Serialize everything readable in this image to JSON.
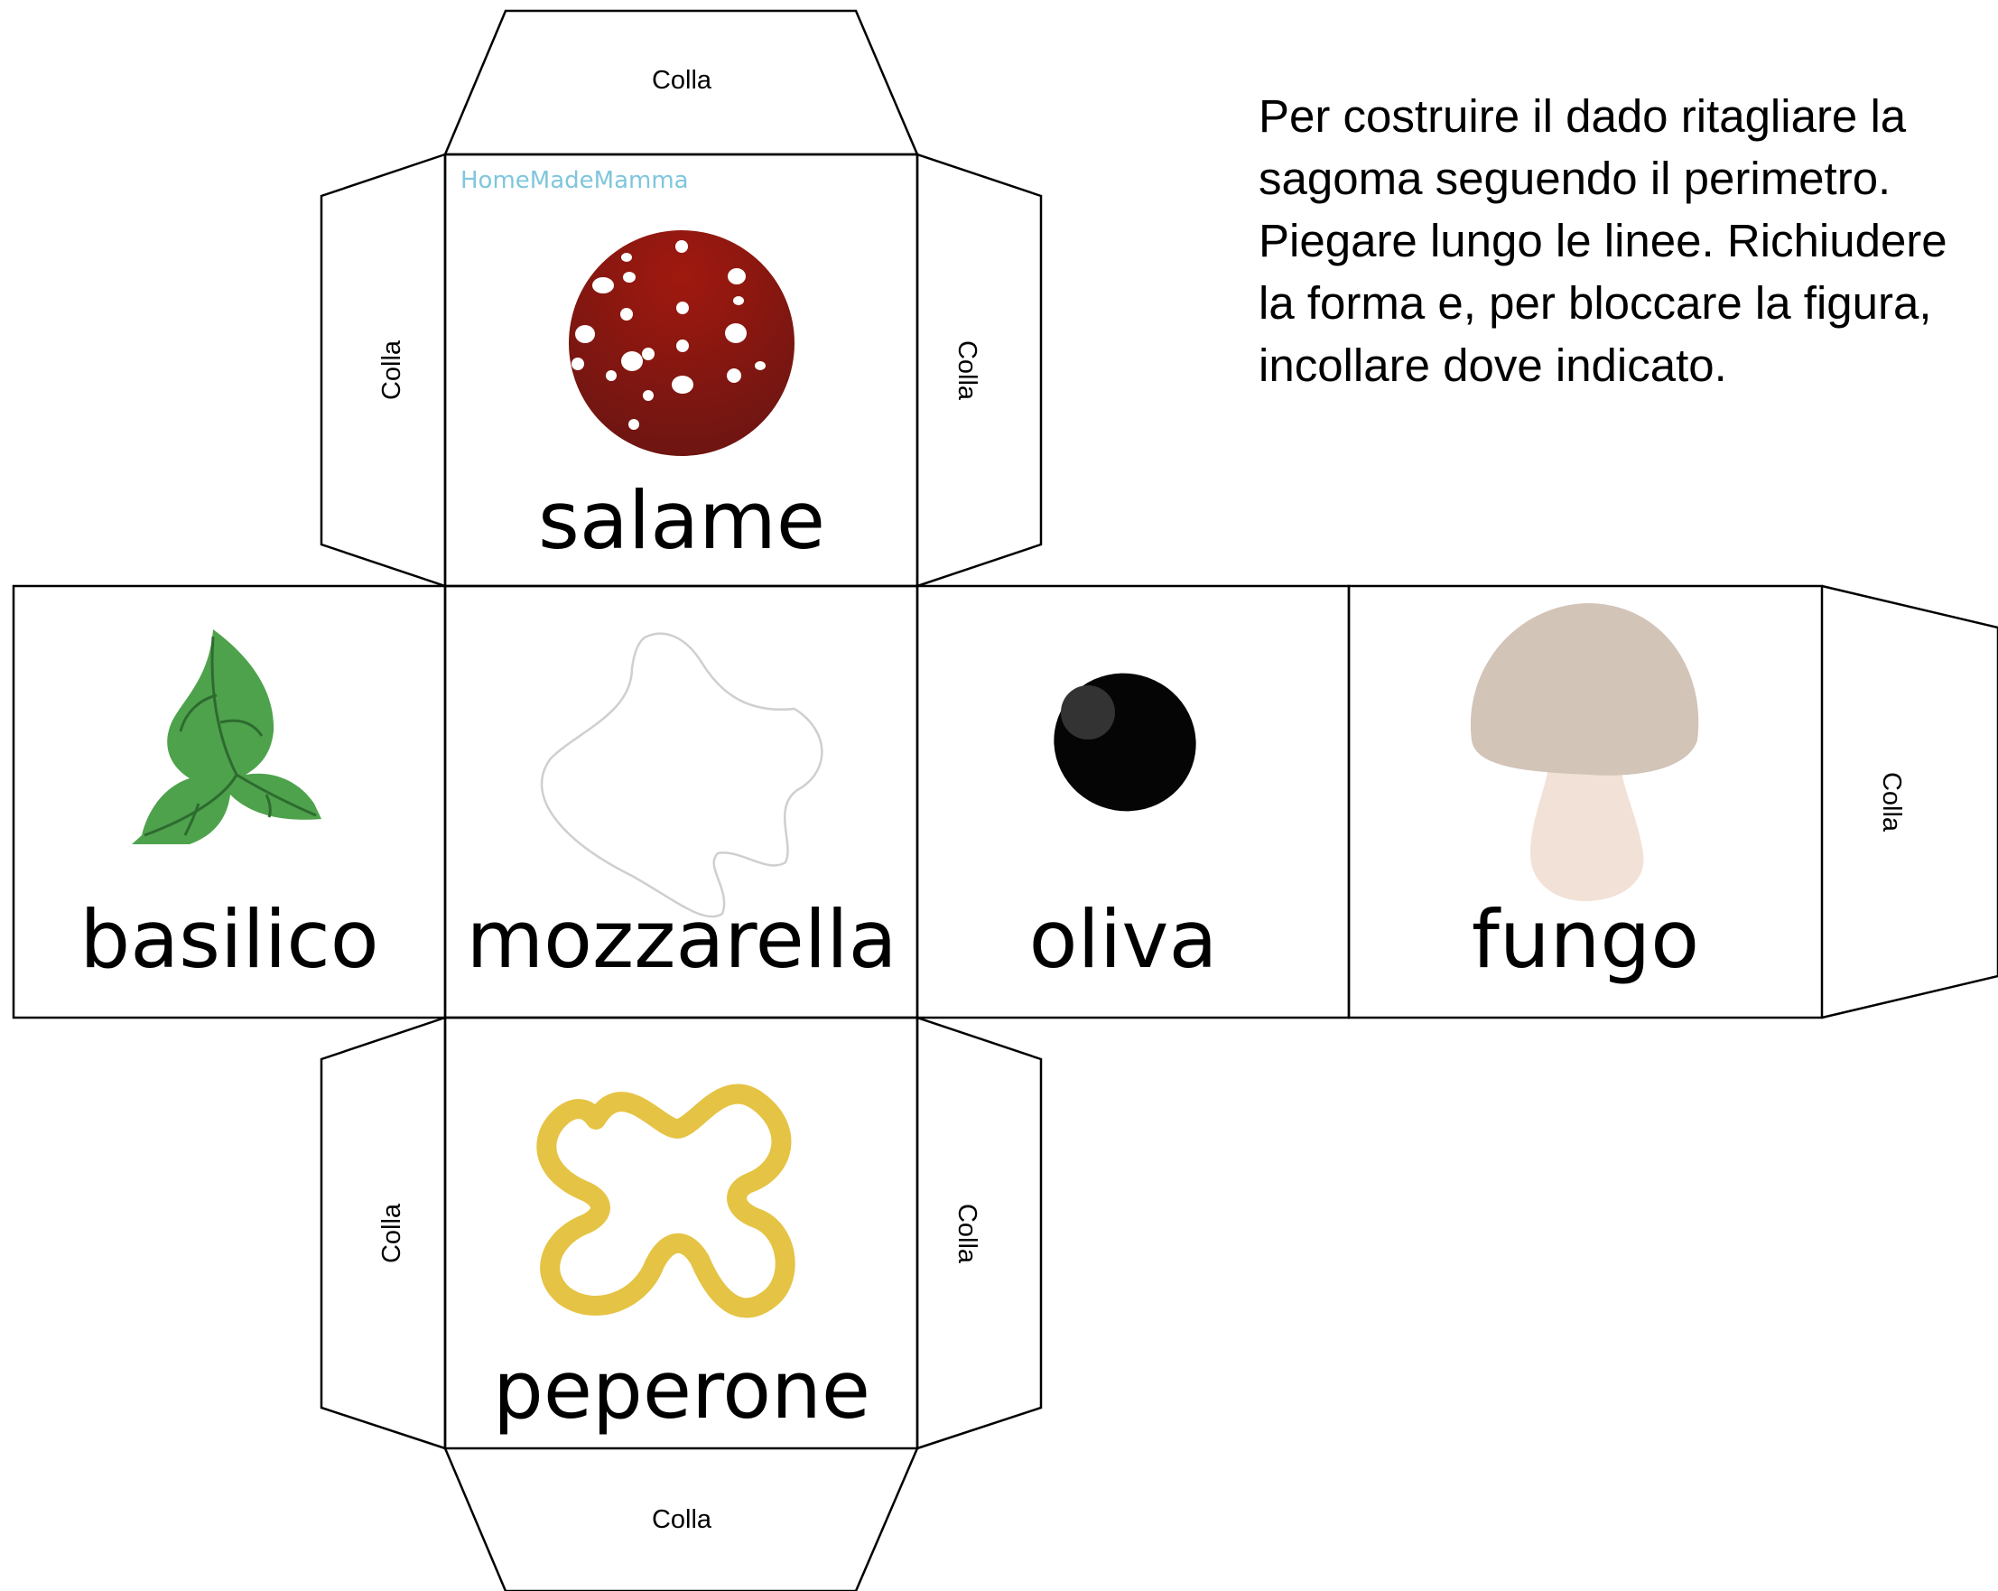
{
  "flap_label": "Colla",
  "watermark": "HomeMadeMamma",
  "instructions": "Per costruire il dado ritagliare la sagoma seguendo il perimetro. Piegare lungo le linee. Richiudere la forma e, per bloccare la figura, incollare dove indicato.",
  "faces": {
    "top": {
      "label": "salame"
    },
    "left": {
      "label": "basilico"
    },
    "center": {
      "label": "mozzarella"
    },
    "right": {
      "label": "oliva"
    },
    "far_right": {
      "label": "fungo"
    },
    "bottom": {
      "label": "peperone"
    }
  },
  "colors": {
    "salame": "#8b1610",
    "basilico": "#4ea24c",
    "olive": "#050505",
    "mushroom_cap": "#d3c4b8",
    "mushroom_stem": "#f2e1d6",
    "pepper": "#e5c344",
    "mozzarella_outline": "#cfcfcf"
  }
}
